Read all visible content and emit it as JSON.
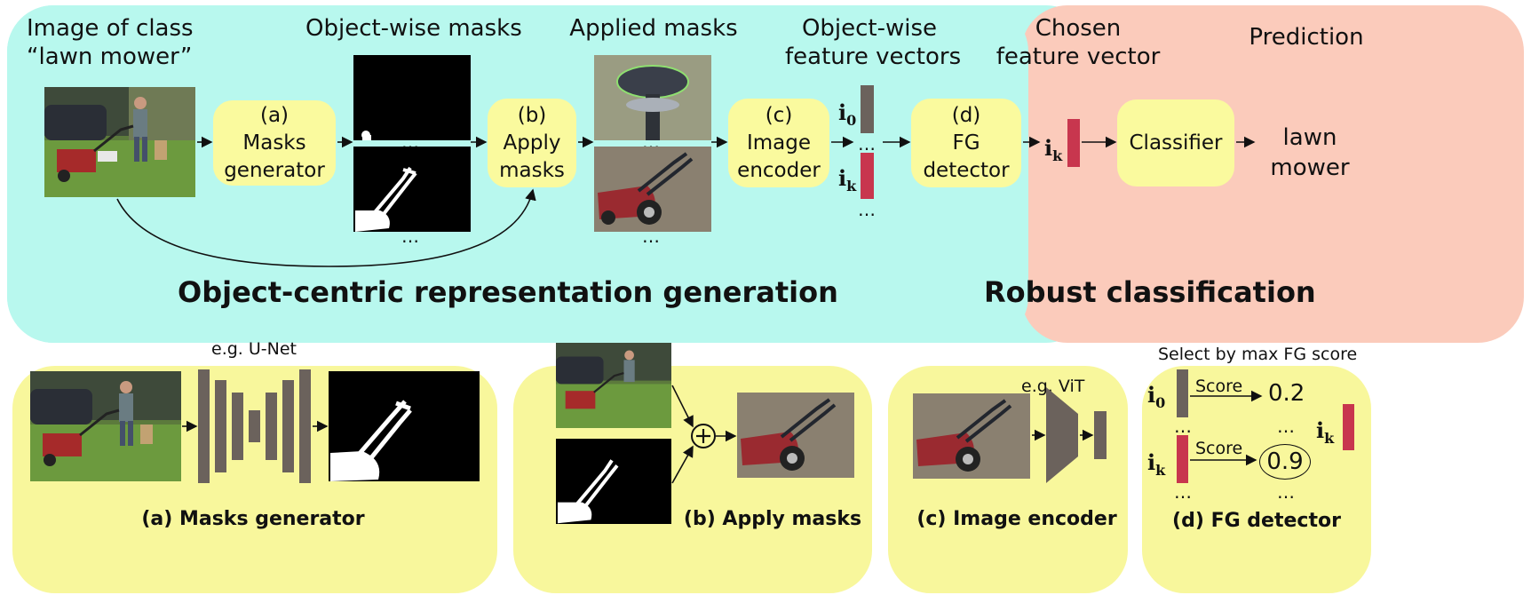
{
  "top": {
    "section_left_title": "Object-centric representation generation",
    "section_right_title": "Robust classification",
    "col_input_label_1": "Image of class",
    "col_input_label_2": "“lawn mower”",
    "col_masks_label": "Object-wise masks",
    "col_applied_label": "Applied masks",
    "col_features_label_1": "Object-wise",
    "col_features_label_2": "feature vectors",
    "col_chosen_label_1": "Chosen",
    "col_chosen_label_2": "feature vector",
    "col_prediction_label": "Prediction",
    "box_a": {
      "line1": "(a)",
      "line2": "Masks",
      "line3": "generator"
    },
    "box_b": {
      "line1": "(b)",
      "line2": "Apply",
      "line3": "masks"
    },
    "box_c": {
      "line1": "(c)",
      "line2": "Image",
      "line3": "encoder"
    },
    "box_d": {
      "line1": "(d)",
      "line2": "FG",
      "line3": "detector"
    },
    "box_classifier": "Classifier",
    "prediction_1": "lawn",
    "prediction_2": "mower",
    "i0": "i",
    "i0_sub": "0",
    "ik": "i",
    "ik_sub": "k",
    "ellipsis": "…"
  },
  "bottom": {
    "a_title": "(a) Masks generator",
    "a_note": "e.g. U-Net",
    "b_title": "(b) Apply masks",
    "c_title": "(c) Image encoder",
    "c_note": "e.g. ViT",
    "d_title": "(d) FG detector",
    "d_note": "Select by max FG score",
    "score_label": "Score",
    "score_i0": "0.2",
    "score_ik": "0.9"
  },
  "colors": {
    "cyan_panel": "#b8f8ee",
    "salmon_panel": "#fbcbbb",
    "yellow_box": "#fafa9e",
    "feature_gray": "#6b625c",
    "feature_red": "#c8364e"
  }
}
